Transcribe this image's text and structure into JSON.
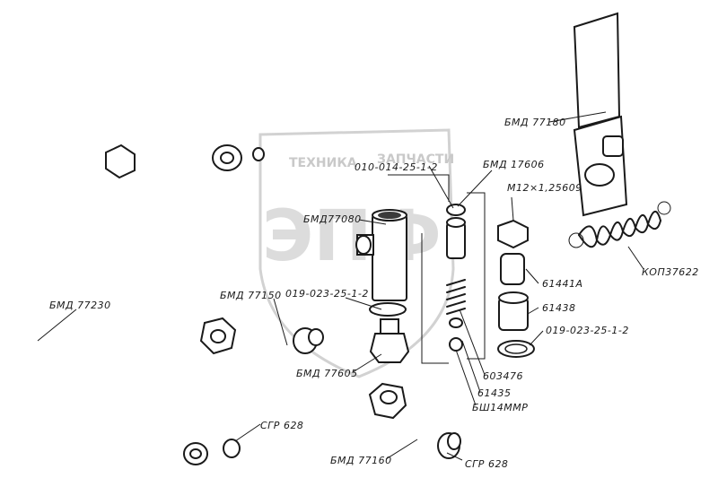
{
  "watermark": {
    "line1_left": "ТЕХНИКА",
    "line1_right": "ЗАПЧАСТИ",
    "logo": "ЭПФ"
  },
  "labels": {
    "bmd77180": "БМД 77180",
    "bmd17606": "БМД 17606",
    "m12": "М12×1,25609",
    "kop37622": "КОП37622",
    "n61441a": "61441А",
    "n61438": "61438",
    "pos019_right": "019-023-25-1-2",
    "pos010_top": "010-014-25-1-2",
    "bmd77080": "БМД77080",
    "bmd77230": "БМД 77230",
    "bmd77150": "БМД 77150",
    "pos019_mid": "019-023-25-1-2",
    "bmd77605": "БМД 77605",
    "n603476": "603476",
    "n61435": "61435",
    "bsh14mmr": "БШ14ММР",
    "bmd77160": "БМД 77160",
    "sgr628_a": "СГР 628",
    "sgr628_b": "СГР 628"
  },
  "colors": {
    "ink": "#1a1a1a",
    "watermark": "#c9c9c9",
    "background": "#ffffff"
  }
}
